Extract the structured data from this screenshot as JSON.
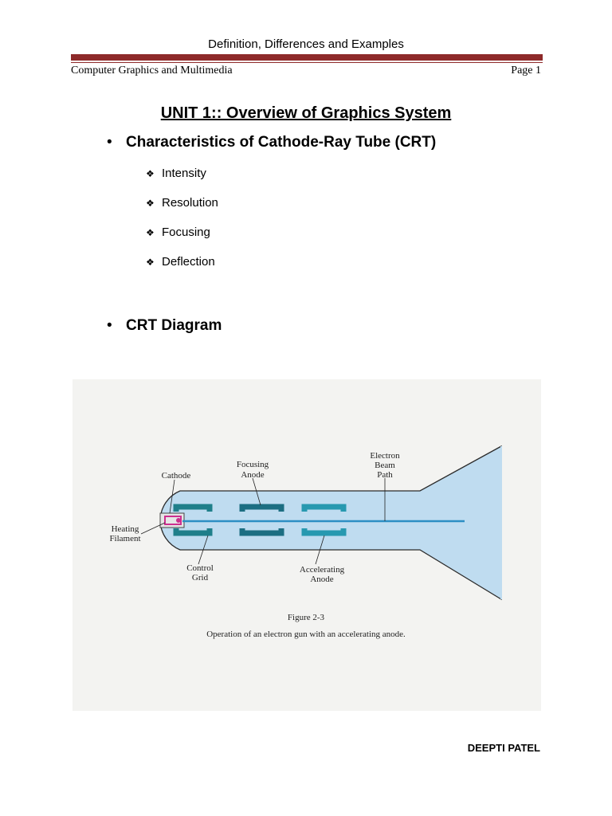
{
  "document": {
    "title": "Definition, Differences and Examples",
    "header_left": "Computer Graphics and Multimedia",
    "header_right": "Page 1",
    "author": "DEEPTI PATEL"
  },
  "unit_title": "UNIT 1:: Overview of Graphics System",
  "sections": [
    {
      "heading": "Characteristics of Cathode-Ray Tube (CRT)",
      "items": [
        "Intensity",
        "Resolution",
        "Focusing",
        "Deflection"
      ]
    },
    {
      "heading": "CRT Diagram"
    }
  ],
  "figure": {
    "labels": {
      "cathode": "Cathode",
      "focusing_1": "Focusing",
      "focusing_2": "Anode",
      "beam_1": "Electron",
      "beam_2": "Beam",
      "beam_3": "Path",
      "heating_1": "Heating",
      "heating_2": "Filament",
      "control_1": "Control",
      "control_2": "Grid",
      "accel_1": "Accelerating",
      "accel_2": "Anode"
    },
    "caption_number": "Figure 2-3",
    "caption_text": "Operation of an electron gun with an accelerating anode.",
    "colors": {
      "tube_fill": "#bfdcf0",
      "tube_stroke": "#2b2b2b",
      "electrode": "#1f7f8a",
      "beam": "#2d8fc4",
      "filament": "#cc2f8f"
    }
  }
}
